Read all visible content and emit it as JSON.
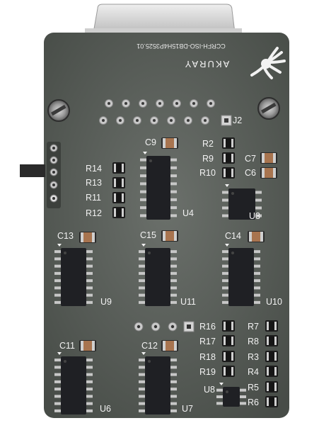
{
  "board": {
    "id_text": "CCRFH-ISO-DB15H4P3525.01",
    "brand": "AKURAY",
    "colors": {
      "pcb": "#4f5550",
      "connector_shell": "#d8d8d8",
      "silk": "#f2f2f2",
      "ic": "#1f2024",
      "cap": "#a8744f"
    }
  },
  "connector": {
    "ref": "J2"
  },
  "ics": [
    {
      "ref": "U4"
    },
    {
      "ref": "U3"
    },
    {
      "ref": "U9"
    },
    {
      "ref": "U11"
    },
    {
      "ref": "U10"
    },
    {
      "ref": "U6"
    },
    {
      "ref": "U7"
    },
    {
      "ref": "U8"
    }
  ],
  "capacitors": [
    {
      "ref": "C9"
    },
    {
      "ref": "C7"
    },
    {
      "ref": "C6"
    },
    {
      "ref": "C13"
    },
    {
      "ref": "C15"
    },
    {
      "ref": "C14"
    },
    {
      "ref": "C11"
    },
    {
      "ref": "C12"
    }
  ],
  "resistors": [
    {
      "ref": "R2"
    },
    {
      "ref": "R9"
    },
    {
      "ref": "R10"
    },
    {
      "ref": "R14"
    },
    {
      "ref": "R13"
    },
    {
      "ref": "R11"
    },
    {
      "ref": "R12"
    },
    {
      "ref": "R16"
    },
    {
      "ref": "R17"
    },
    {
      "ref": "R18"
    },
    {
      "ref": "R19"
    },
    {
      "ref": "R7"
    },
    {
      "ref": "R8"
    },
    {
      "ref": "R3"
    },
    {
      "ref": "R4"
    },
    {
      "ref": "R5"
    },
    {
      "ref": "R6"
    }
  ]
}
